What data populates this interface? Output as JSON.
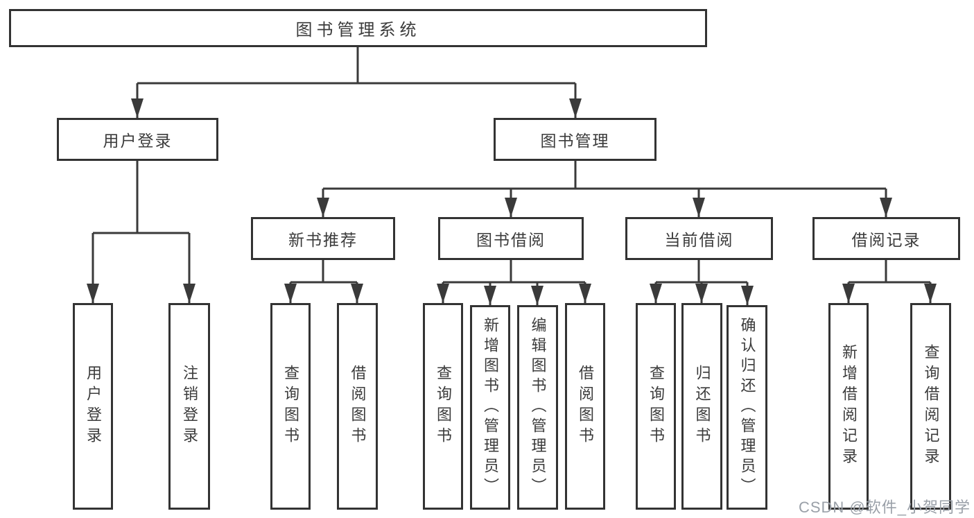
{
  "diagram": {
    "type": "hierarchy-tree",
    "tree": {
      "label": "图书管理系统",
      "children": [
        {
          "label": "用户登录",
          "children": [
            {
              "label": "用户登录"
            },
            {
              "label": "注销登录"
            }
          ]
        },
        {
          "label": "图书管理",
          "children": [
            {
              "label": "新书推荐",
              "children": [
                {
                  "label": "查询图书"
                },
                {
                  "label": "借阅图书"
                }
              ]
            },
            {
              "label": "图书借阅",
              "children": [
                {
                  "label": "查询图书"
                },
                {
                  "label": "新增图书（管理员）"
                },
                {
                  "label": "编辑图书（管理员）"
                },
                {
                  "label": "借阅图书"
                }
              ]
            },
            {
              "label": "当前借阅",
              "children": [
                {
                  "label": "查询图书"
                },
                {
                  "label": "归还图书"
                },
                {
                  "label": "确认归还（管理员）"
                }
              ]
            },
            {
              "label": "借阅记录",
              "children": [
                {
                  "label": "新增借阅记录"
                },
                {
                  "label": "查询借阅记录"
                }
              ]
            }
          ]
        }
      ]
    },
    "colors": {
      "line": "#3a3a3a",
      "border": "#333333",
      "text": "#3b3b3b",
      "background": "#ffffff",
      "watermark": "#9aa0a8"
    }
  },
  "watermark": "CSDN @软件_小贺同学"
}
